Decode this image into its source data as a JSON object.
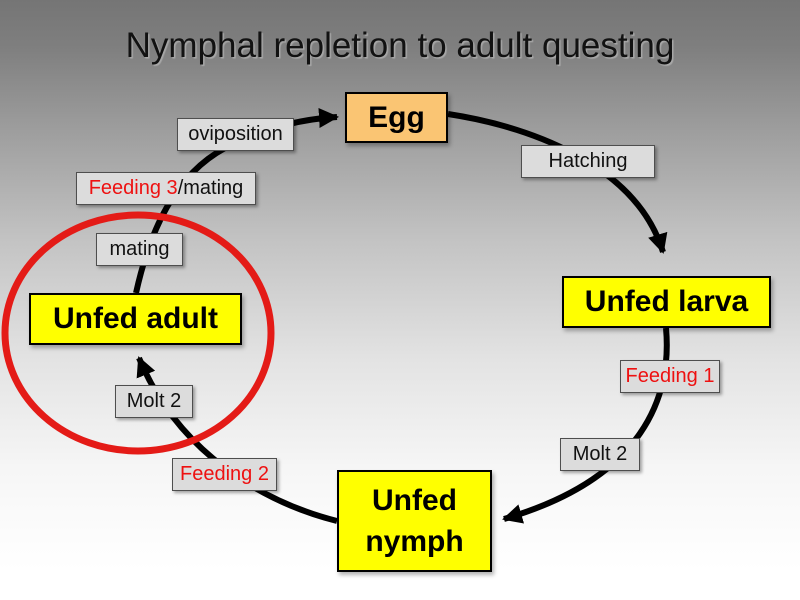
{
  "title": "Nymphal repletion to adult questing",
  "diagram": {
    "stages": {
      "egg": "Egg",
      "unfed_larva": "Unfed larva",
      "unfed_nymph": "Unfed nymph",
      "unfed_adult": "Unfed adult"
    },
    "transitions": {
      "oviposition": "oviposition",
      "hatching": "Hatching",
      "feeding1": "Feeding 1",
      "molt2_right": "Molt 2",
      "feeding2": "Feeding 2",
      "molt2_left": "Molt 2",
      "feeding3": "Feeding 3",
      "feeding3_suffix": "/mating",
      "mating": "mating"
    }
  },
  "colors": {
    "stage_fill": "#ffff00",
    "egg_fill": "#fac573",
    "label_fill": "#dcdcdc",
    "red_text": "#ee1111",
    "highlight_ellipse": "#e41b17",
    "arrow": "#000000"
  }
}
